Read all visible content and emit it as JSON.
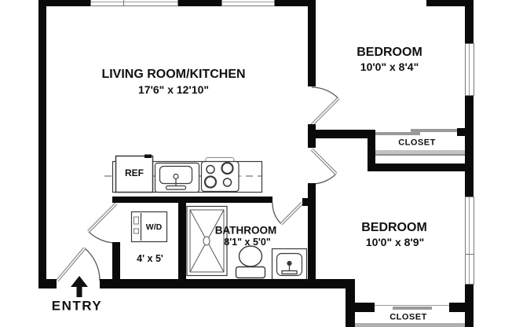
{
  "rooms": {
    "living": {
      "label": "LIVING ROOM/KITCHEN",
      "dims": "17'6\" x 12'10\""
    },
    "bedroom_top": {
      "label": "BEDROOM",
      "dims": "10'0\" x 8'4\""
    },
    "bedroom_bottom": {
      "label": "BEDROOM",
      "dims": "10'0\" x 8'9\""
    },
    "bathroom": {
      "label": "BATHROOM",
      "dims": "8'1\" x 5'0\""
    },
    "laundry": {
      "label": "W/D",
      "dims": "4' x 5'"
    },
    "closet_top": {
      "label": "CLOSET"
    },
    "closet_bottom": {
      "label": "CLOSET"
    }
  },
  "fixtures": {
    "refrigerator": "REF"
  },
  "entry": {
    "label": "ENTRY"
  },
  "colors": {
    "wall": "#0a0a0a",
    "floor": "#ffffff",
    "door_swing": "#8a8a8a",
    "slider": "#9a9a9a",
    "label_text": "#111111"
  }
}
